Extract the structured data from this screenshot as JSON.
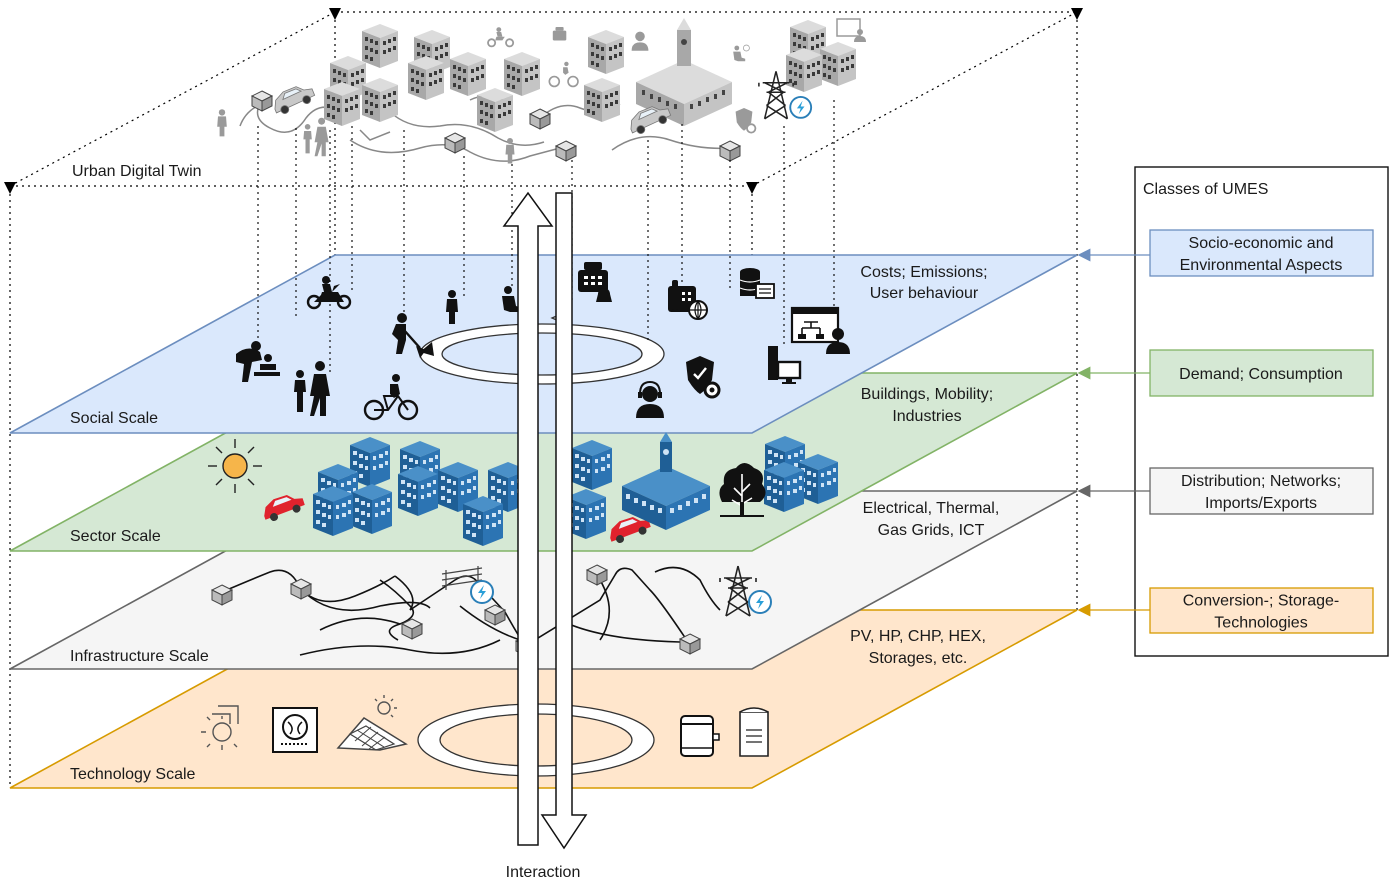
{
  "urban_digital_twin": {
    "title": "Urban Digital Twin"
  },
  "layers": {
    "social": {
      "label": "Social Scale",
      "annotation": [
        "Costs; Emissions;",
        "User behaviour"
      ],
      "color": "#dae8fc",
      "stroke": "#6c8ebf"
    },
    "sector": {
      "label": "Sector Scale",
      "annotation": [
        "Buildings, Mobility;",
        "Industries"
      ],
      "color": "#d5e8d4",
      "stroke": "#82b366"
    },
    "infrastructure": {
      "label": "Infrastructure Scale",
      "annotation": [
        "Electrical, Thermal,",
        "Gas Grids, ICT"
      ],
      "color": "#f5f5f5",
      "stroke": "#666666"
    },
    "technology": {
      "label": "Technology Scale",
      "annotation": [
        "PV, HP, CHP,  HEX,",
        "Storages, etc."
      ],
      "color": "#ffe6cc",
      "stroke": "#d79b00"
    }
  },
  "interaction": {
    "label": "Interaction"
  },
  "classes_panel": {
    "title": "Classes of UMES",
    "items": [
      {
        "lines": [
          "Socio-economic and",
          "Environmental Aspects"
        ],
        "fill": "#dae8fc",
        "stroke": "#6c8ebf"
      },
      {
        "lines": [
          "Demand; Consumption"
        ],
        "fill": "#d5e8d4",
        "stroke": "#82b366"
      },
      {
        "lines": [
          "Distribution; Networks;",
          "Imports/Exports"
        ],
        "fill": "#f5f5f5",
        "stroke": "#666666"
      },
      {
        "lines": [
          "Conversion-; Storage-",
          "Technologies"
        ],
        "fill": "#ffe6cc",
        "stroke": "#d79b00"
      }
    ]
  },
  "icons": {
    "social": [
      "motorcycle-icon",
      "person-icon",
      "person-with-clock-icon",
      "office-phone-icon",
      "phone-globe-icon",
      "database-icon",
      "presentation-user-icon",
      "worker-shovel-icon",
      "caregiver-baby-icon",
      "family-icon",
      "cyclist-icon",
      "call-center-agent-icon",
      "shield-gear-icon",
      "computer-icon"
    ],
    "sector": [
      "sun-icon",
      "car-icon",
      "building-icon",
      "town-hall-icon",
      "tree-icon"
    ],
    "infrastructure": [
      "grid-node-icon",
      "gas-pipe-icon",
      "power-pylon-icon"
    ],
    "technology": [
      "solar-thermal-icon",
      "heat-pump-icon",
      "pv-panel-icon",
      "storage-tank-icon",
      "boiler-icon"
    ],
    "twin": [
      "building-icon",
      "car-icon",
      "motorcycle-icon",
      "cyclist-icon",
      "person-icon",
      "power-pylon-icon",
      "town-hall-icon"
    ]
  }
}
